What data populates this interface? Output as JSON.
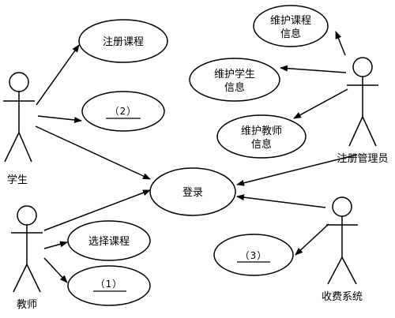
{
  "diagram": {
    "type": "use-case",
    "actors": {
      "student": "学生",
      "teacher": "教师",
      "registrar": "注册管理员",
      "billing": "收费系统"
    },
    "use_cases": {
      "register_course": "注册课程",
      "blank_2": "（2）",
      "login": "登录",
      "select_course": "选择课程",
      "blank_1": "（1）",
      "maintain_course_info": [
        "维护课程",
        "信息"
      ],
      "maintain_student_info": [
        "维护学生",
        "信息"
      ],
      "maintain_teacher_info": [
        "维护教师",
        "信息"
      ],
      "blank_3": "（3）"
    },
    "colors": {
      "stroke": "#000000",
      "background": "#ffffff"
    }
  }
}
